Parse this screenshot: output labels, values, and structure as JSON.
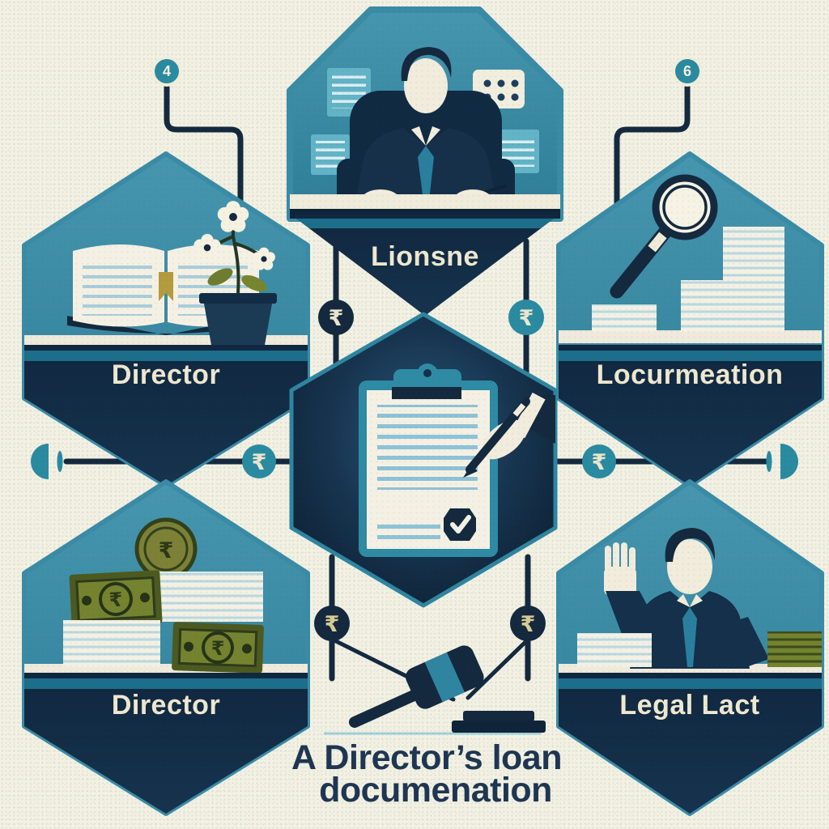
{
  "title": {
    "line1": "A Director’s loan",
    "line2": "documenation"
  },
  "badges": {
    "left": {
      "value": "4"
    },
    "right": {
      "value": "6"
    }
  },
  "connector": {
    "currency_symbol": "₹"
  },
  "panels": {
    "top": {
      "label": "Lionsne",
      "icon": "businessman-at-desk-icon"
    },
    "left": {
      "label": "Director",
      "icon": "open-book-and-plant-icon"
    },
    "right": {
      "label": "Locurmeation",
      "icon": "magnifier-and-paper-stacks-icon"
    },
    "bottom_left": {
      "label": "Director",
      "icon": "rupee-cash-and-coin-icon"
    },
    "bottom_right": {
      "label": "Legal Lact",
      "icon": "oath-taking-man-icon"
    },
    "center": {
      "icon": "signed-clipboard-icon"
    }
  },
  "footer": {
    "icon": "gavel-icon"
  },
  "colors": {
    "background": "#f4f1e2",
    "panel_teal": "#3a8ba5",
    "navy": "#14293e",
    "banner_navy": "#0f2740",
    "stripe_teal": "#1d6e8a",
    "label_cream": "#efe8cf",
    "node_teal": "#2a8aa0",
    "money_olive": "#75832f",
    "title_navy": "#1e3652"
  }
}
